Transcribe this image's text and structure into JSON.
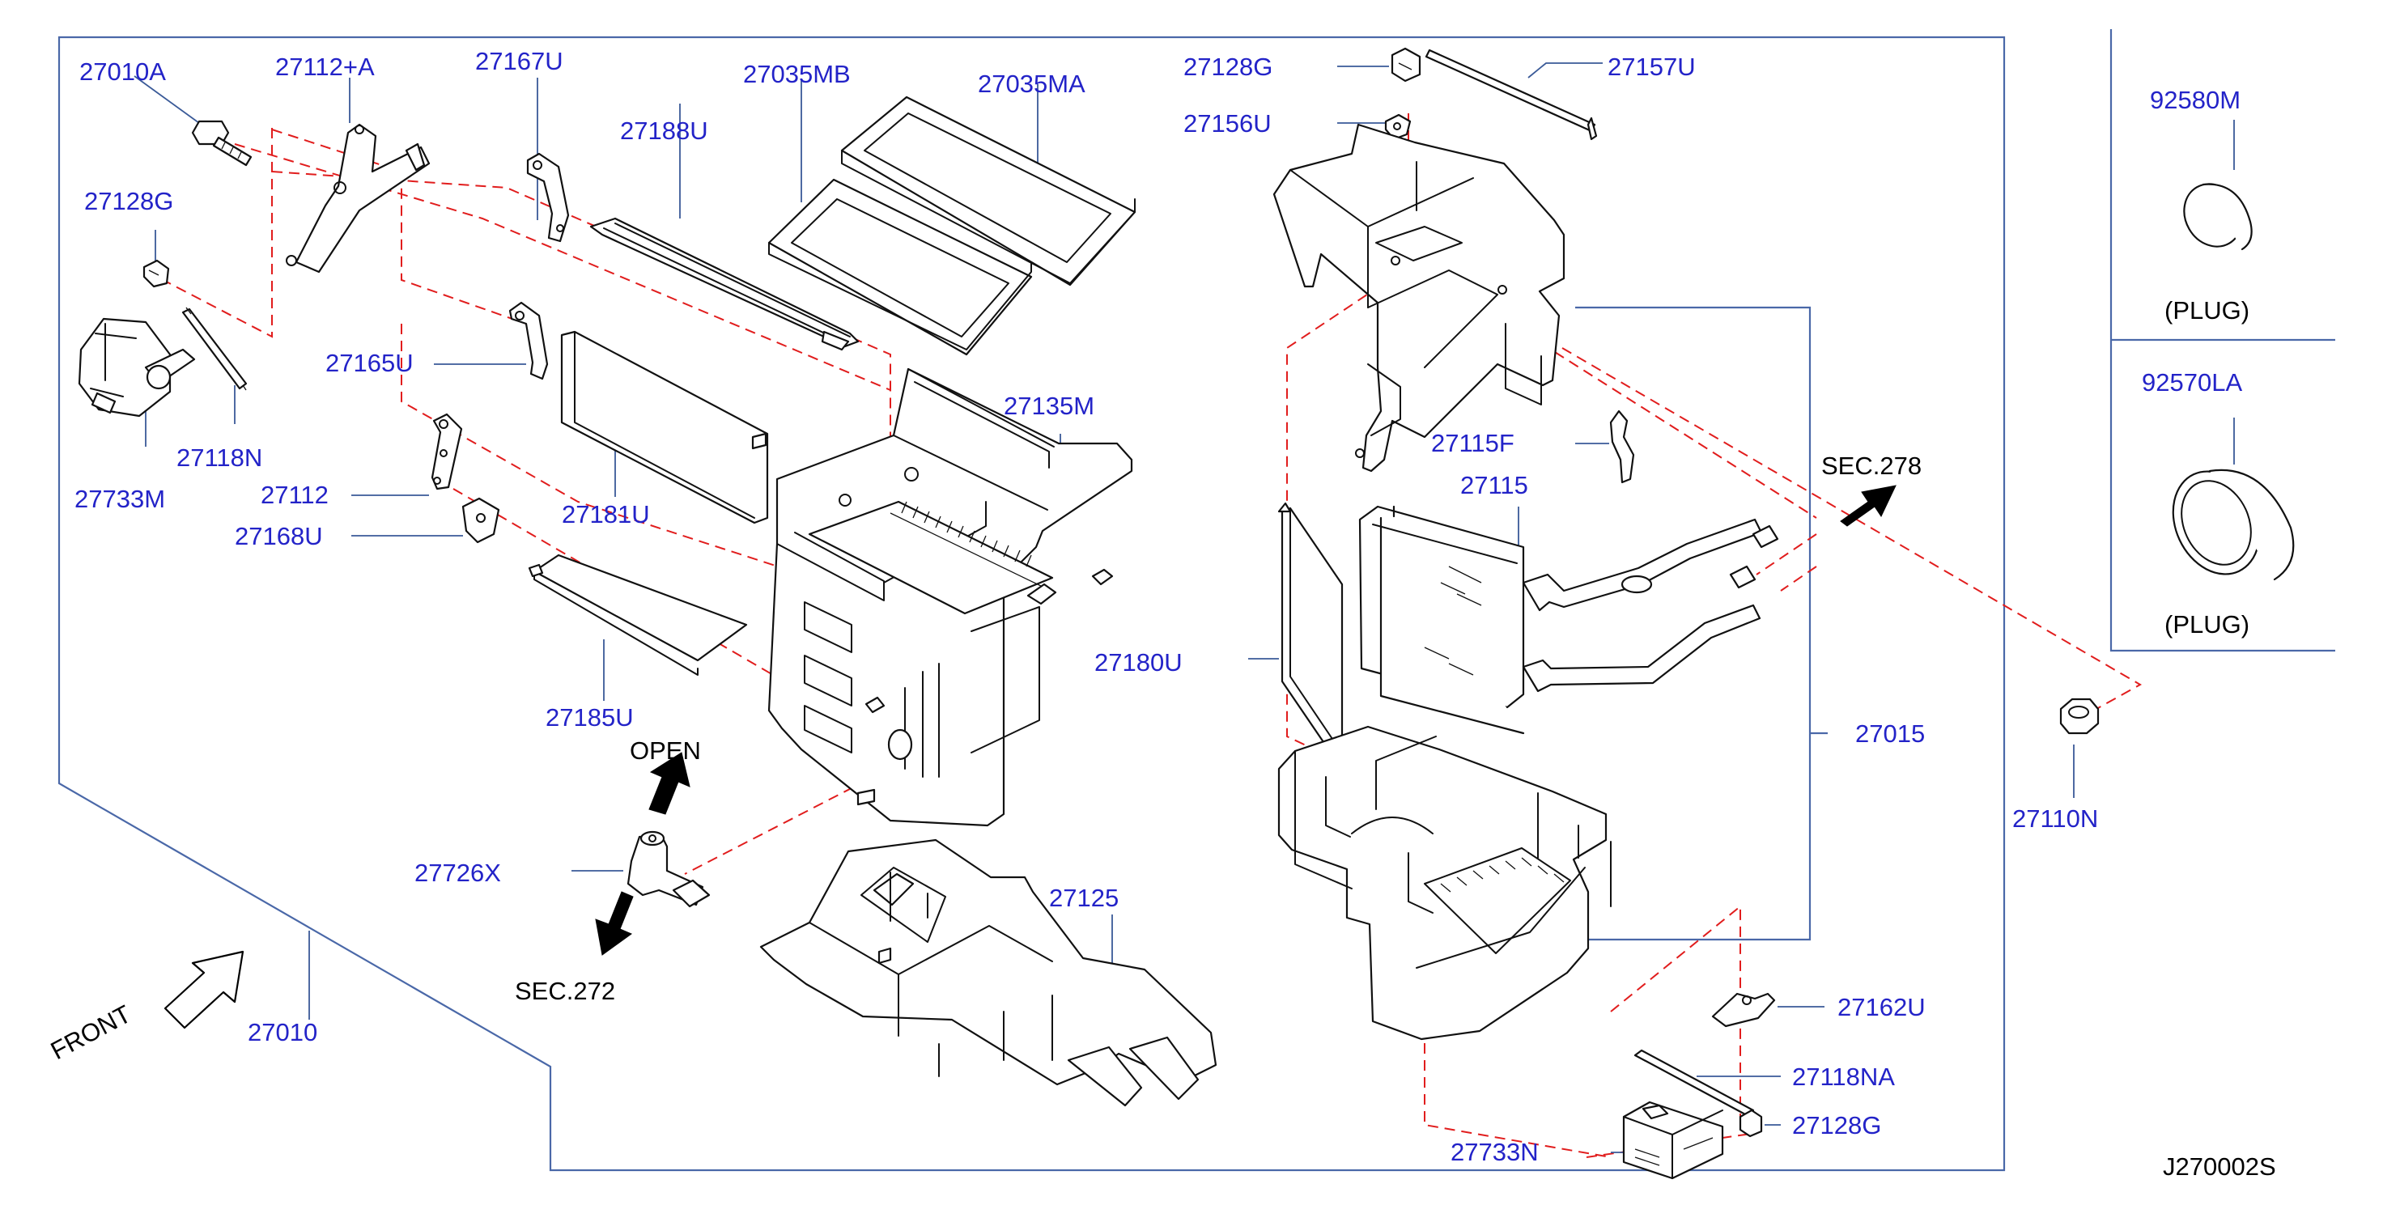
{
  "diagram": {
    "part_numbers": {
      "p27010A": "27010A",
      "p27112A": "27112+A",
      "p27167U": "27167U",
      "p27188U": "27188U",
      "p27035MB": "27035MB",
      "p27035MA": "27035MA",
      "p27128G_left": "27128G",
      "p27165U": "27165U",
      "p27118N": "27118N",
      "p27733M": "27733M",
      "p27112": "27112",
      "p27168U": "27168U",
      "p27181U": "27181U",
      "p27135M": "27135M",
      "p27185U": "27185U",
      "p27726X": "27726X",
      "p27010": "27010",
      "p27125": "27125",
      "p27128G_top": "27128G",
      "p27157U": "27157U",
      "p27156U": "27156U",
      "p27115F": "27115F",
      "p27115": "27115",
      "p27180U": "27180U",
      "p27015": "27015",
      "p27162U": "27162U",
      "p27118NA": "27118NA",
      "p27128G_bottom": "27128G",
      "p27733N": "27733N",
      "p92580M": "92580M",
      "p92570LA": "92570LA",
      "p27110N": "27110N"
    },
    "notes": {
      "open": "OPEN",
      "sec272": "SEC.272",
      "sec278": "SEC.278",
      "front": "FRONT",
      "plug1": "(PLUG)",
      "plug2": "(PLUG)",
      "ref_code": "J270002S"
    },
    "colors": {
      "callout_text": "#2323c8",
      "frame_line": "#4a68a8",
      "dashed_line": "#e11d1d",
      "drawing_ink": "#111111"
    }
  }
}
